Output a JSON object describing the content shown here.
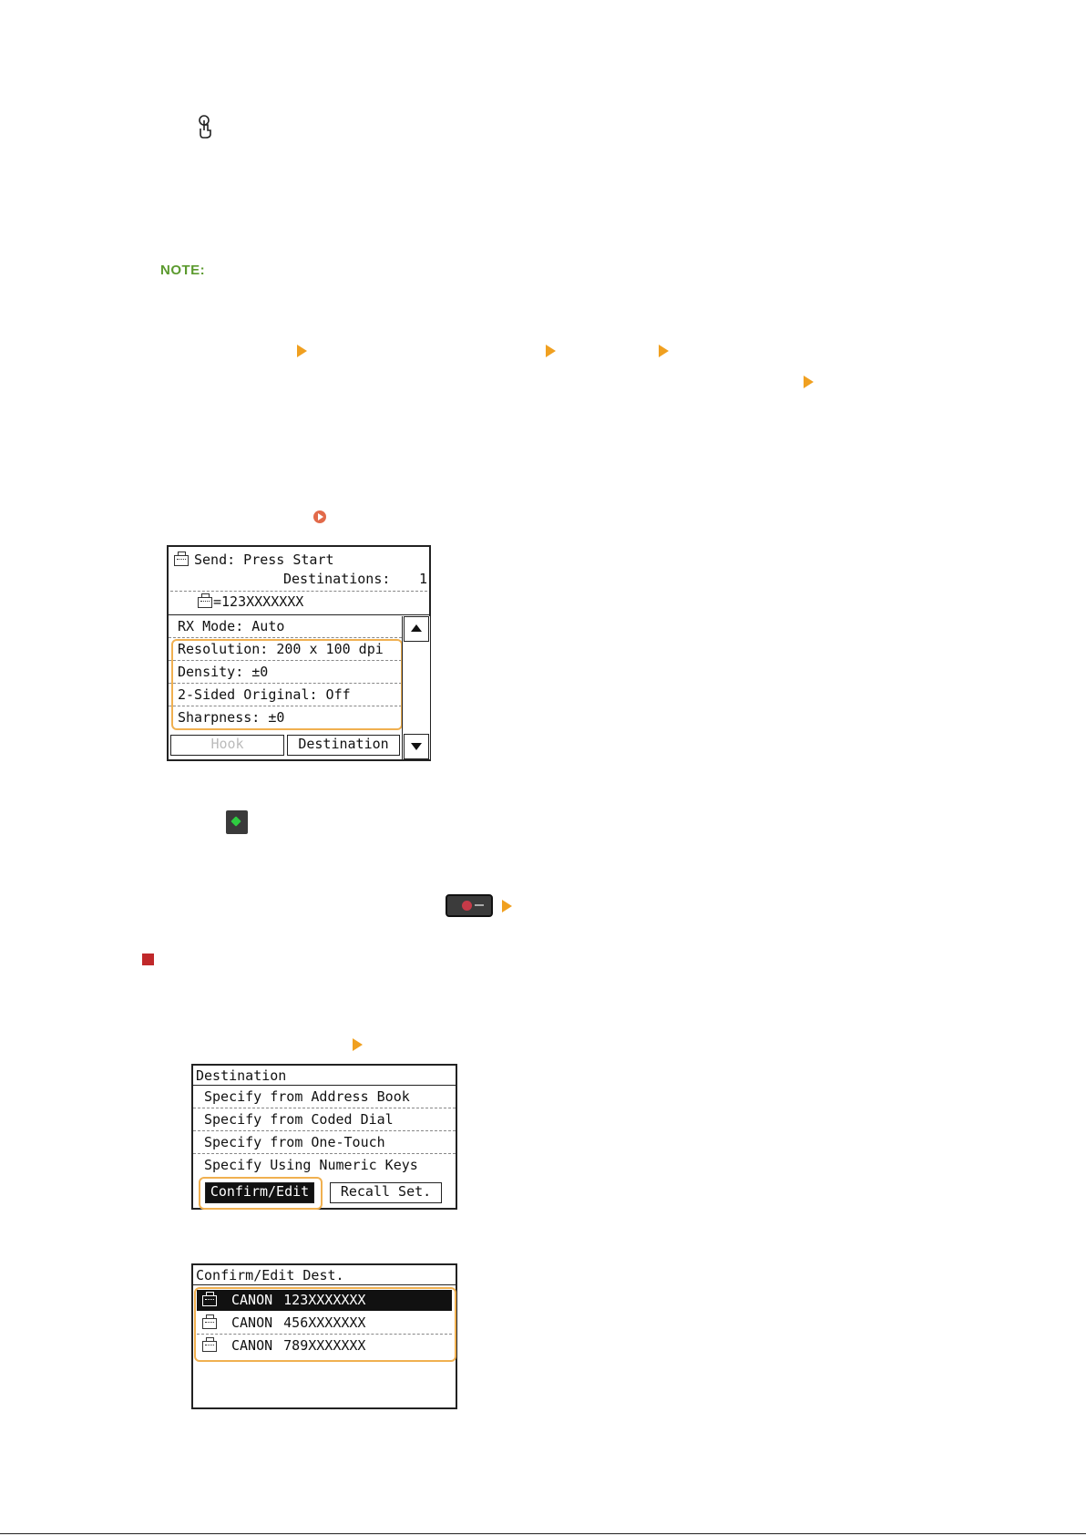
{
  "note": {
    "label": "NOTE:"
  },
  "screen1": {
    "header": "Send: Press Start",
    "destinations_label": "Destinations:",
    "destinations_count": "1",
    "fax_number": "=123XXXXXXX",
    "items": [
      "RX Mode: Auto",
      "Resolution: 200 x 100 dpi",
      "Density: ±0",
      "2-Sided Original: Off",
      "Sharpness: ±0"
    ],
    "hook_label": "Hook",
    "destination_label": "Destination"
  },
  "screen2": {
    "title": "Destination",
    "items": [
      "Specify from Address Book",
      "Specify from Coded Dial",
      "Specify from One-Touch",
      "Specify Using Numeric Keys"
    ],
    "confirm_label": "Confirm/Edit",
    "recall_label": "Recall Set."
  },
  "screen3": {
    "title": "Confirm/Edit Dest.",
    "entries": [
      {
        "name": "CANON",
        "number": "123XXXXXXX"
      },
      {
        "name": "CANON",
        "number": "456XXXXXXX"
      },
      {
        "name": "CANON",
        "number": "789XXXXXXX"
      }
    ]
  },
  "colors": {
    "note_green": "#5b9a2e",
    "arrow_orange": "#f0a020",
    "highlight_orange": "#f0b050",
    "section_red": "#c0282a",
    "start_green": "#2ecc40"
  },
  "icons": [
    "touch-hand-icon",
    "fax-icon",
    "start-key-icon",
    "stop-key-icon",
    "play-circle-icon"
  ]
}
